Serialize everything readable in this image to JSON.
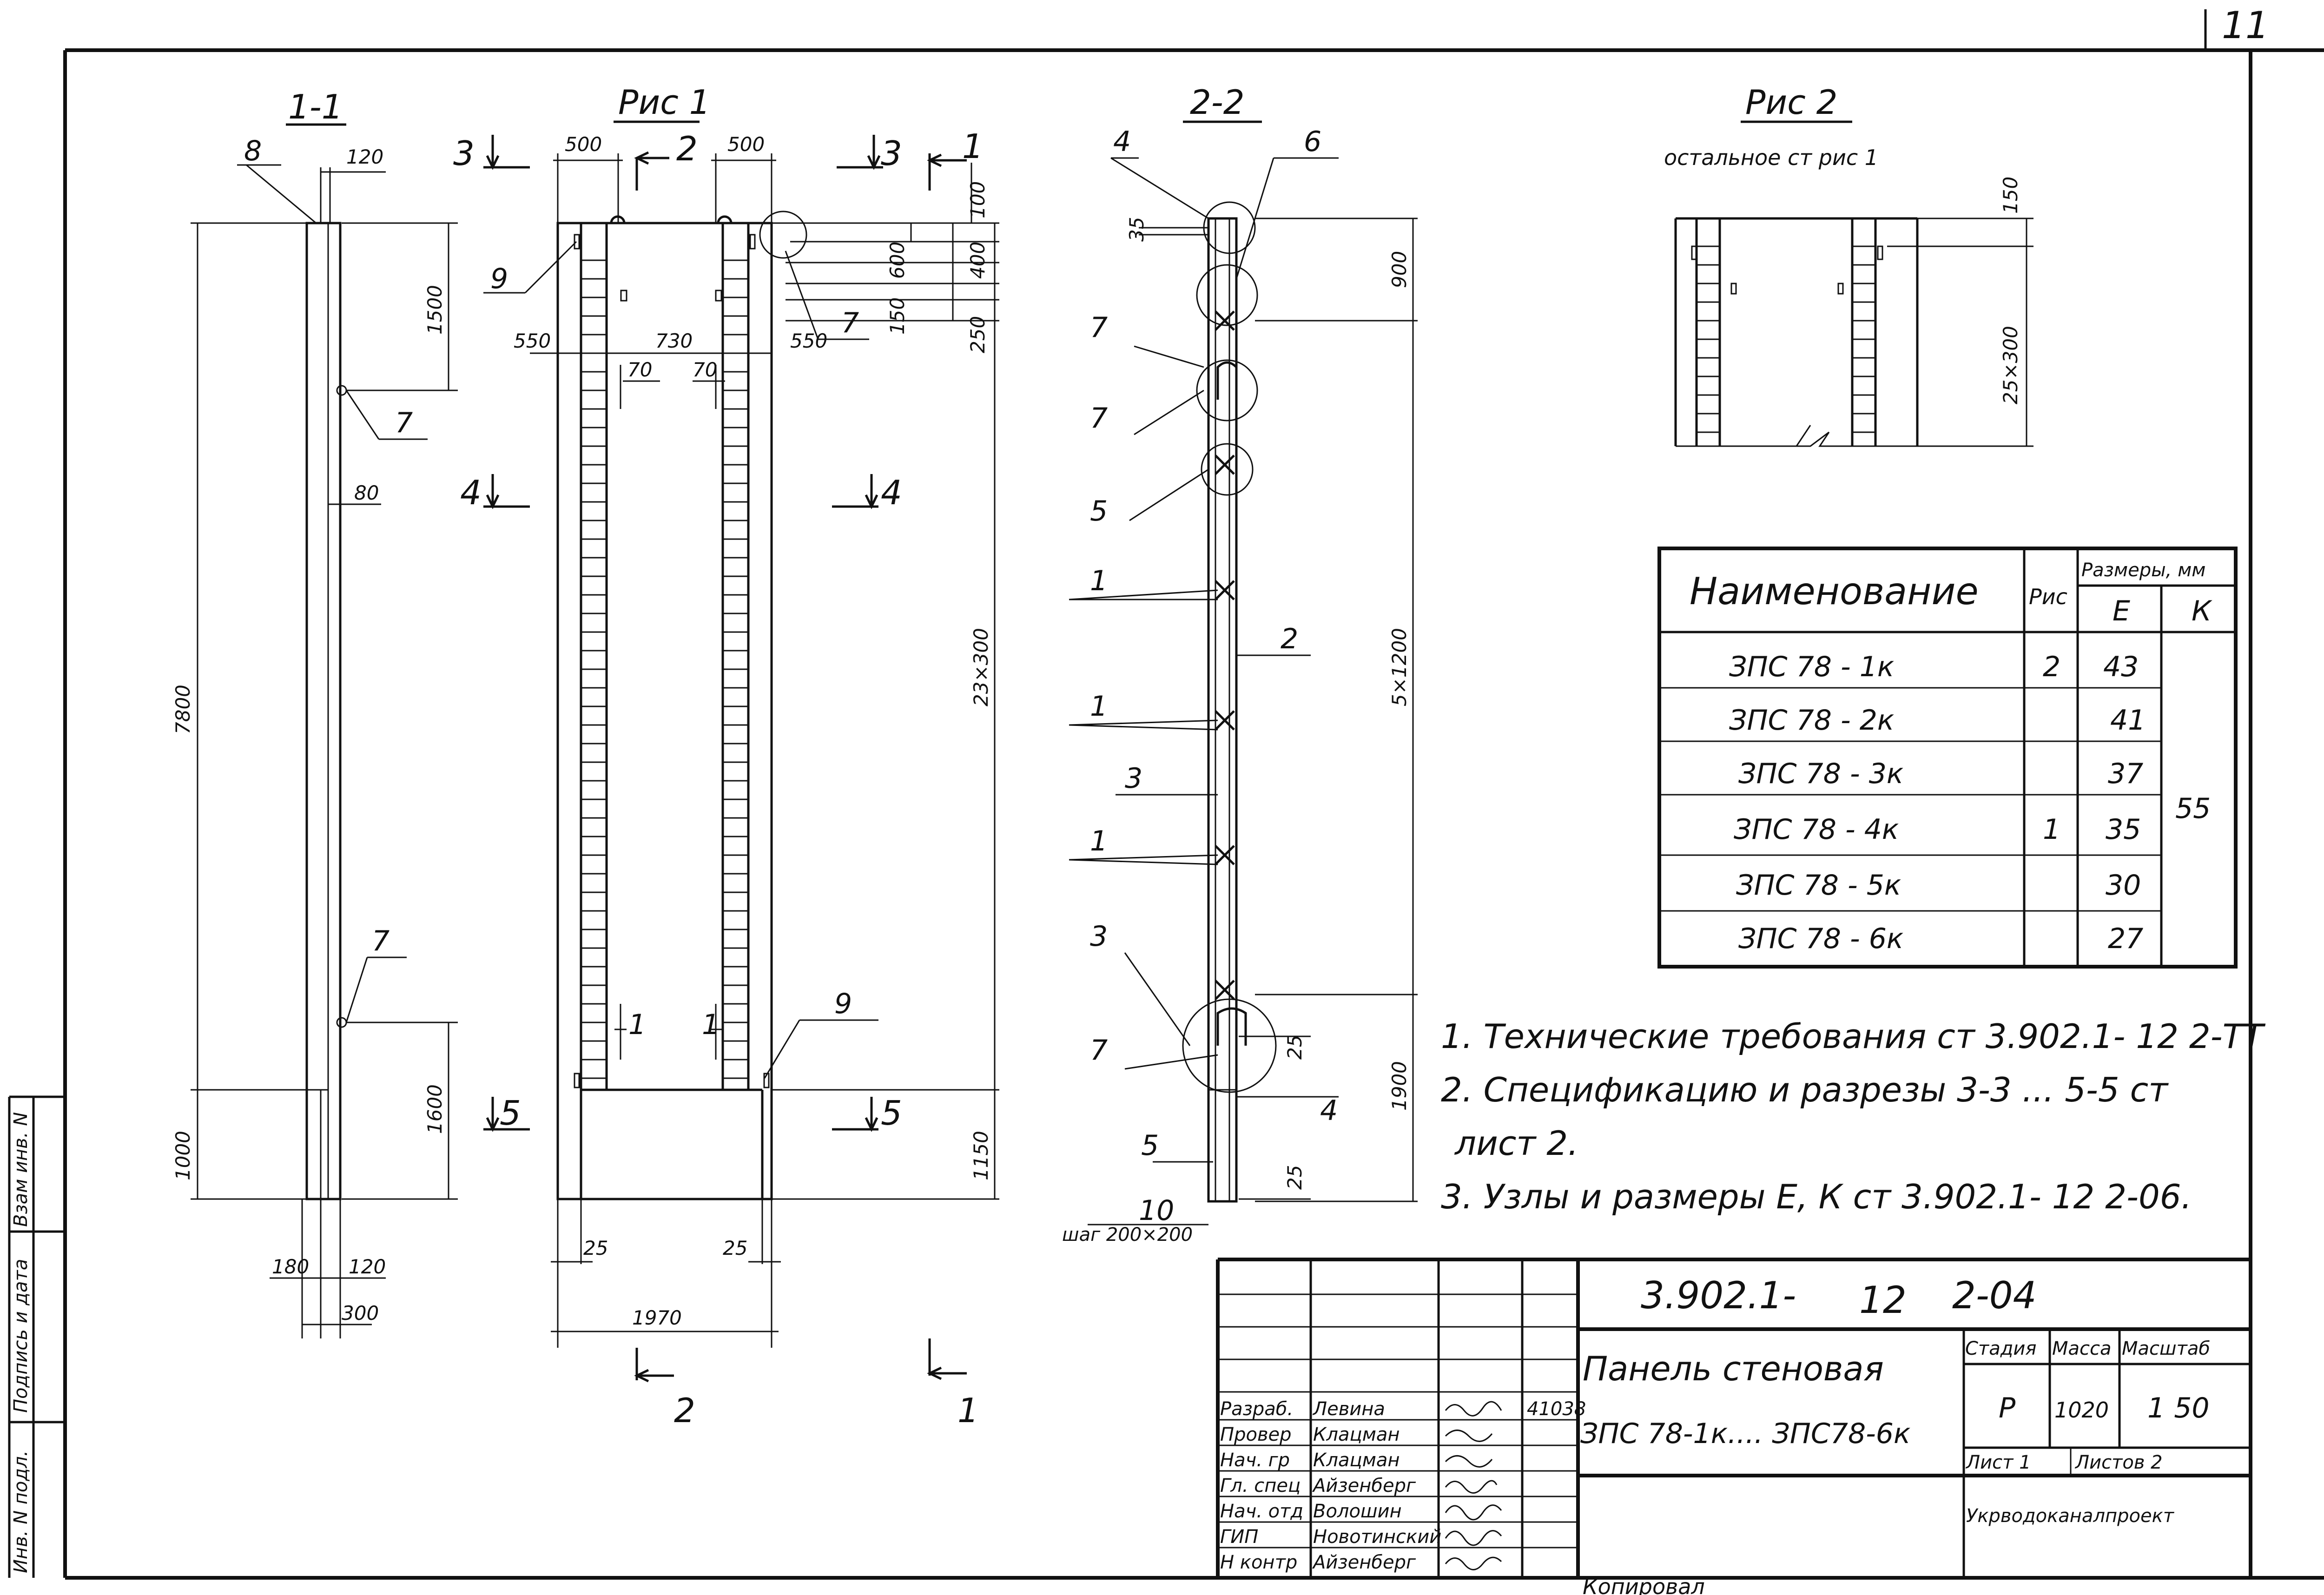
{
  "sheet": {
    "number": "11",
    "doc_code_series": "3.902.1-",
    "doc_code_issue": "12",
    "doc_code_sheet": "2-04",
    "copied_by": "Копировал"
  },
  "margin_stamp": {
    "inv_orig": "Инв. N подл.",
    "sign_date": "Подпись и дата",
    "replaced_inv": "Взам инв. N"
  },
  "views": {
    "section_1_1": {
      "title": "1-1",
      "leader_8": "8",
      "leader_7a": "7",
      "leader_7b": "7",
      "dim_120_top": "120",
      "dim_1500": "1500",
      "dim_80": "80",
      "dim_7800": "7800",
      "dim_1000": "1000",
      "dim_1600": "1600",
      "dim_180": "180",
      "dim_120_bot": "120",
      "dim_300": "300"
    },
    "fig_1": {
      "title": "Рис 1",
      "cut_3_left": "3",
      "cut_3_right": "3",
      "cut_2_top": "2",
      "cut_2_bottom": "2",
      "cut_1_top": "1",
      "cut_1_bottom": "1",
      "cut_4_left": "4",
      "cut_4_right": "4",
      "cut_5_left": "5",
      "cut_5_right": "5",
      "dim_500_left": "500",
      "dim_500_right": "500",
      "dim_550_left": "550",
      "dim_550_right": "550",
      "dim_730": "730",
      "dim_70_left": "70",
      "dim_70_right": "70",
      "dim_100": "100",
      "dim_600": "600",
      "dim_400": "400",
      "dim_150": "150",
      "dim_250": "250",
      "dim_23x300": "23×300",
      "dim_1150": "1150",
      "dim_25_left": "25",
      "dim_25_right": "25",
      "dim_1970": "1970",
      "leader_9_top": "9",
      "leader_9_bottom": "9",
      "leader_7": "7",
      "mark_1_left": "1",
      "mark_1_right": "1"
    },
    "section_2_2": {
      "title": "2-2",
      "leader_4_top": "4",
      "leader_6": "6",
      "leader_7a": "7",
      "leader_7b": "7",
      "leader_5_top": "5",
      "leader_1a": "1",
      "leader_2": "2",
      "leader_1b": "1",
      "leader_3_top": "3",
      "leader_1c": "1",
      "leader_3_bottom": "3",
      "leader_7c": "7",
      "leader_4_bottom": "4",
      "leader_5_bottom": "5",
      "leader_10": "10",
      "dim_35": "35",
      "dim_900": "900",
      "dim_5x1200": "5×1200",
      "dim_1900": "1900",
      "dim_25a": "25",
      "dim_25b": "25",
      "step_note": "шаг 200×200"
    },
    "fig_2": {
      "title": "Рис 2",
      "subtitle": "остальное ст рис 1",
      "dim_150": "150",
      "dim_25x300": "25×300"
    }
  },
  "sizes_table": {
    "col_name": "Наименование",
    "col_fig": "Рис",
    "col_sizes": "Размеры, мм",
    "col_e": "Е",
    "col_k": "К",
    "rows": [
      {
        "name": "ЗПС 78 - 1к",
        "e": "43"
      },
      {
        "name": "ЗПС 78 - 2к",
        "e": "41"
      },
      {
        "name": "ЗПС 78 - 3к",
        "e": "37"
      },
      {
        "name": "ЗПС 78 - 4к",
        "e": "35"
      },
      {
        "name": "ЗПС 78 - 5к",
        "e": "30"
      },
      {
        "name": "ЗПС 78 - 6к",
        "e": "27"
      }
    ],
    "fig_for_first_row": "2",
    "fig_for_other_rows": "1",
    "k_value": "55"
  },
  "notes": [
    "1. Технические требования ст 3.902.1- 12 2-ТТ",
    "2. Спецификацию и разрезы 3-3 ... 5-5 ст",
    "лист 2.",
    "3. Узлы и размеры Е, К ст 3.902.1- 12 2-06."
  ],
  "title_block": {
    "name_line1": "Панель стеновая",
    "name_line2": "ЗПС 78-1к.... ЗПС78-6к",
    "stage_label": "Стадия",
    "mass_label": "Масса",
    "scale_label": "Масштаб",
    "stage": "Р",
    "mass": "1020",
    "scale": "1 50",
    "sheet_label": "Лист 1",
    "sheets_label": "Листов 2",
    "org": "Укрводоканалпроект",
    "doc_no": "41038",
    "signatures": [
      {
        "role": "Разраб.",
        "name": "Левина"
      },
      {
        "role": "Провер",
        "name": "Клацман"
      },
      {
        "role": "Нач. гр",
        "name": "Клацман"
      },
      {
        "role": "Гл. спец",
        "name": "Айзенберг"
      },
      {
        "role": "Нач. отд",
        "name": "Волошин"
      },
      {
        "role": "ГИП",
        "name": "Новотинский"
      },
      {
        "role": "Н контр",
        "name": "Айзенберг"
      }
    ]
  }
}
